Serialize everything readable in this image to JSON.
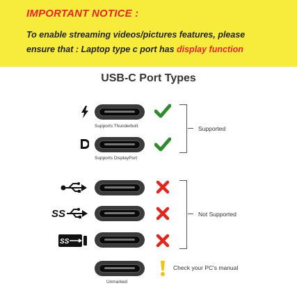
{
  "notice": {
    "title": "IMPORTANT NOTICE :",
    "line1": "To enable streaming videos/pictures features, please",
    "line2_prefix": "ensure that :  Laptop type c port has ",
    "line2_highlight": "display function"
  },
  "heading": "USB-C Port Types",
  "ports": [
    {
      "icon": "thunderbolt-icon",
      "caption": "Supports Thunderbolt",
      "status": "check-icon"
    },
    {
      "icon": "displayport-icon",
      "caption": "Supports DisplayPort",
      "status": "check-icon"
    },
    {
      "icon": "usb-icon",
      "caption": "",
      "status": "cross-icon"
    },
    {
      "icon": "ss-usb-icon",
      "caption": "",
      "status": "cross-icon"
    },
    {
      "icon": "ss-usb-10-icon",
      "caption": "",
      "status": "cross-icon"
    },
    {
      "icon": "",
      "caption": "Unmarked",
      "status": "exclamation-icon"
    }
  ],
  "groups": {
    "supported": "Supported",
    "not_supported": "Not Supported",
    "check_manual": "Check your PC's manual"
  },
  "colors": {
    "banner": "#f7ec3b",
    "alert_red": "#e8232a",
    "check_green": "#2e8b2e",
    "cross_red": "#e0261d",
    "warning_yellow": "#f5c400"
  }
}
